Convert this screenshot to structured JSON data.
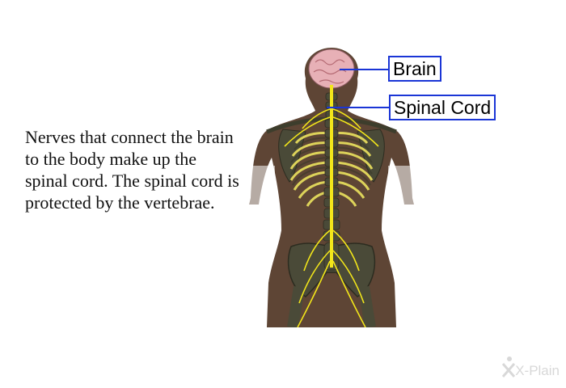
{
  "caption": "Nerves that connect the brain to the body make up the spinal cord. The spinal cord is protected by the vertebrae.",
  "labels": {
    "brain": "Brain",
    "spinal_cord": "Spinal Cord"
  },
  "watermark": "X-Plain",
  "colors": {
    "label_border": "#1a35d6",
    "skin": "#5e4535",
    "bone": "#4a4a38",
    "nerve": "#f2e61a",
    "brain": "#e7b0b6"
  }
}
